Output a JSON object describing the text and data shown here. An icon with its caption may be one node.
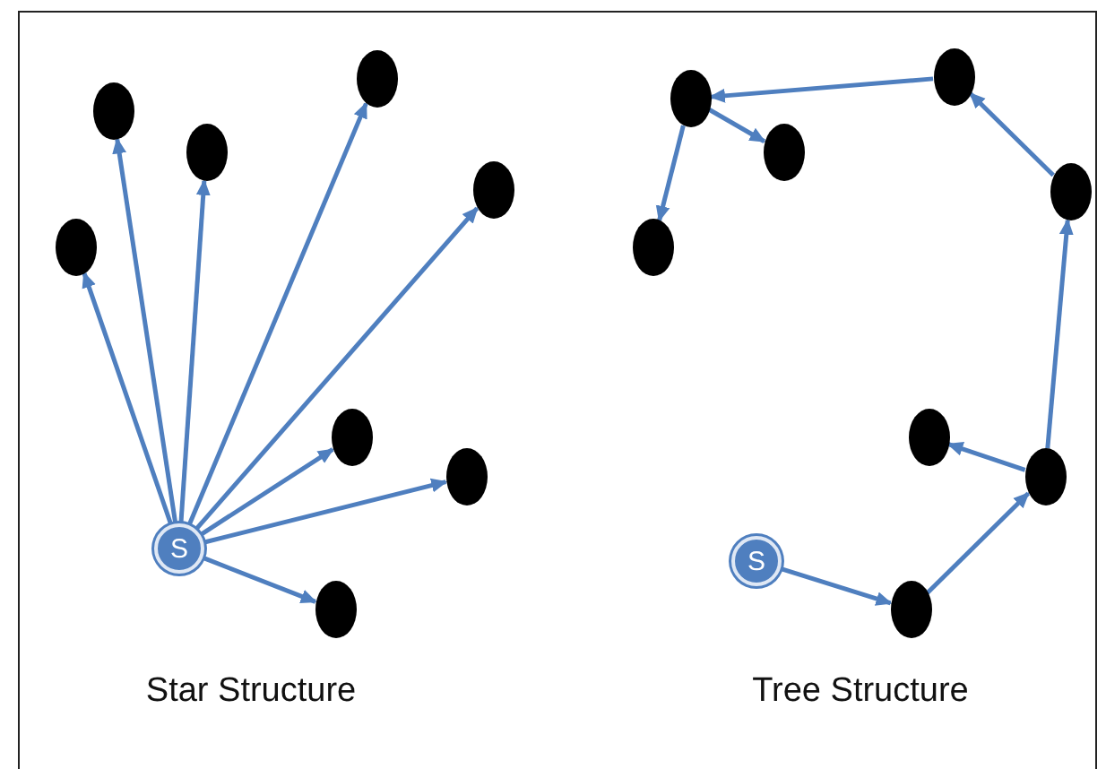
{
  "diagram": {
    "nodes": [
      {
        "text": [
          "S"
        ]
      },
      {
        "text": [],
        "shape": "circle"
      },
      {
        "text": [],
        "shape": "circle"
      },
      {
        "text": [],
        "shape": "circle"
      },
      {
        "text": [],
        "shape": "circle"
      },
      {
        "text": [],
        "shape": "circle"
      },
      {
        "text": [],
        "shape": "circle"
      },
      {
        "text": [],
        "shape": "circle"
      },
      {
        "text": [],
        "shape": "circle"
      },
      {
        "text": [
          "S"
        ]
      },
      {
        "text": [],
        "shape": "circle"
      },
      {
        "text": [],
        "shape": "circle"
      },
      {
        "text": [],
        "shape": "circle"
      },
      {
        "text": [],
        "shape": "circle"
      },
      {
        "text": [],
        "shape": "circle"
      },
      {
        "text": [],
        "shape": "circle"
      },
      {
        "text": [],
        "shape": "circle"
      },
      {
        "text": [],
        "shape": "circle"
      }
    ],
    "edges": [
      {
        "from": 0,
        "to": 1,
        "arrow": "to"
      },
      {
        "from": 0,
        "to": 2,
        "arrow": "to"
      },
      {
        "from": 0,
        "to": 3,
        "arrow": "to"
      },
      {
        "from": 0,
        "to": 4,
        "arrow": "to"
      },
      {
        "from": 0,
        "to": 5,
        "arrow": "to"
      },
      {
        "from": 0,
        "to": 6,
        "arrow": "to"
      },
      {
        "from": 0,
        "to": 7,
        "arrow": "to"
      },
      {
        "from": 0,
        "to": 8,
        "arrow": "to"
      },
      {
        "from": 9,
        "to": 17,
        "arrow": "to"
      },
      {
        "from": 17,
        "to": 16,
        "arrow": "to"
      },
      {
        "from": 16,
        "to": 15,
        "arrow": "to"
      },
      {
        "from": 16,
        "to": 14,
        "arrow": "to"
      },
      {
        "from": 14,
        "to": 13,
        "arrow": "to"
      },
      {
        "from": 13,
        "to": 10,
        "arrow": "to"
      },
      {
        "from": 10,
        "to": 12,
        "arrow": "to"
      },
      {
        "from": 10,
        "to": 11,
        "arrow": "to"
      }
    ],
    "labels": [
      "Star Structure",
      "Tree Structure"
    ]
  }
}
